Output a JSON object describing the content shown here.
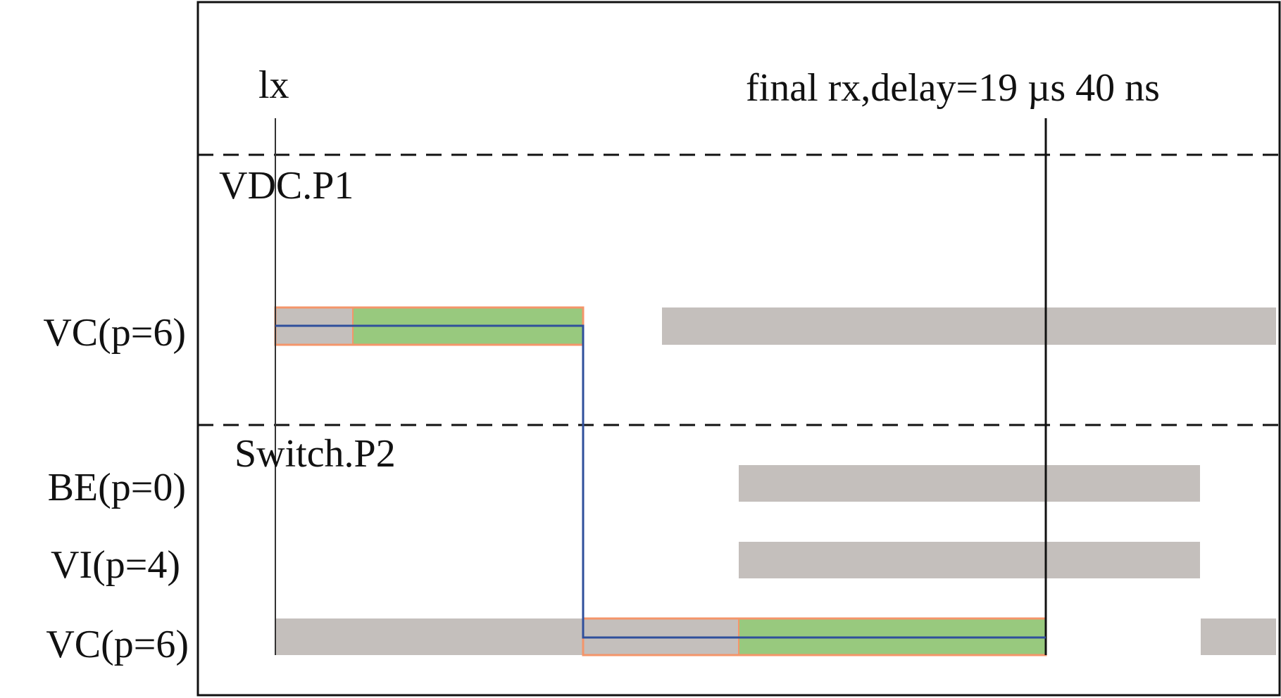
{
  "markers": {
    "start": "lx",
    "end": "final rx,delay=19 µs  40 ns"
  },
  "sections": [
    {
      "title": "VDC.P1",
      "rows": [
        {
          "label": "VC(p=6)"
        }
      ]
    },
    {
      "title": "Switch.P2",
      "rows": [
        {
          "label": "BE(p=0)"
        },
        {
          "label": "VI(p=4)"
        },
        {
          "label": "VC(p=6)"
        }
      ]
    }
  ],
  "colors": {
    "busy": "#c4bfbc",
    "transmit": "#98c97e",
    "highlight_border": "#f4956a",
    "path": "#2f4f9c",
    "frame": "#111111"
  }
}
